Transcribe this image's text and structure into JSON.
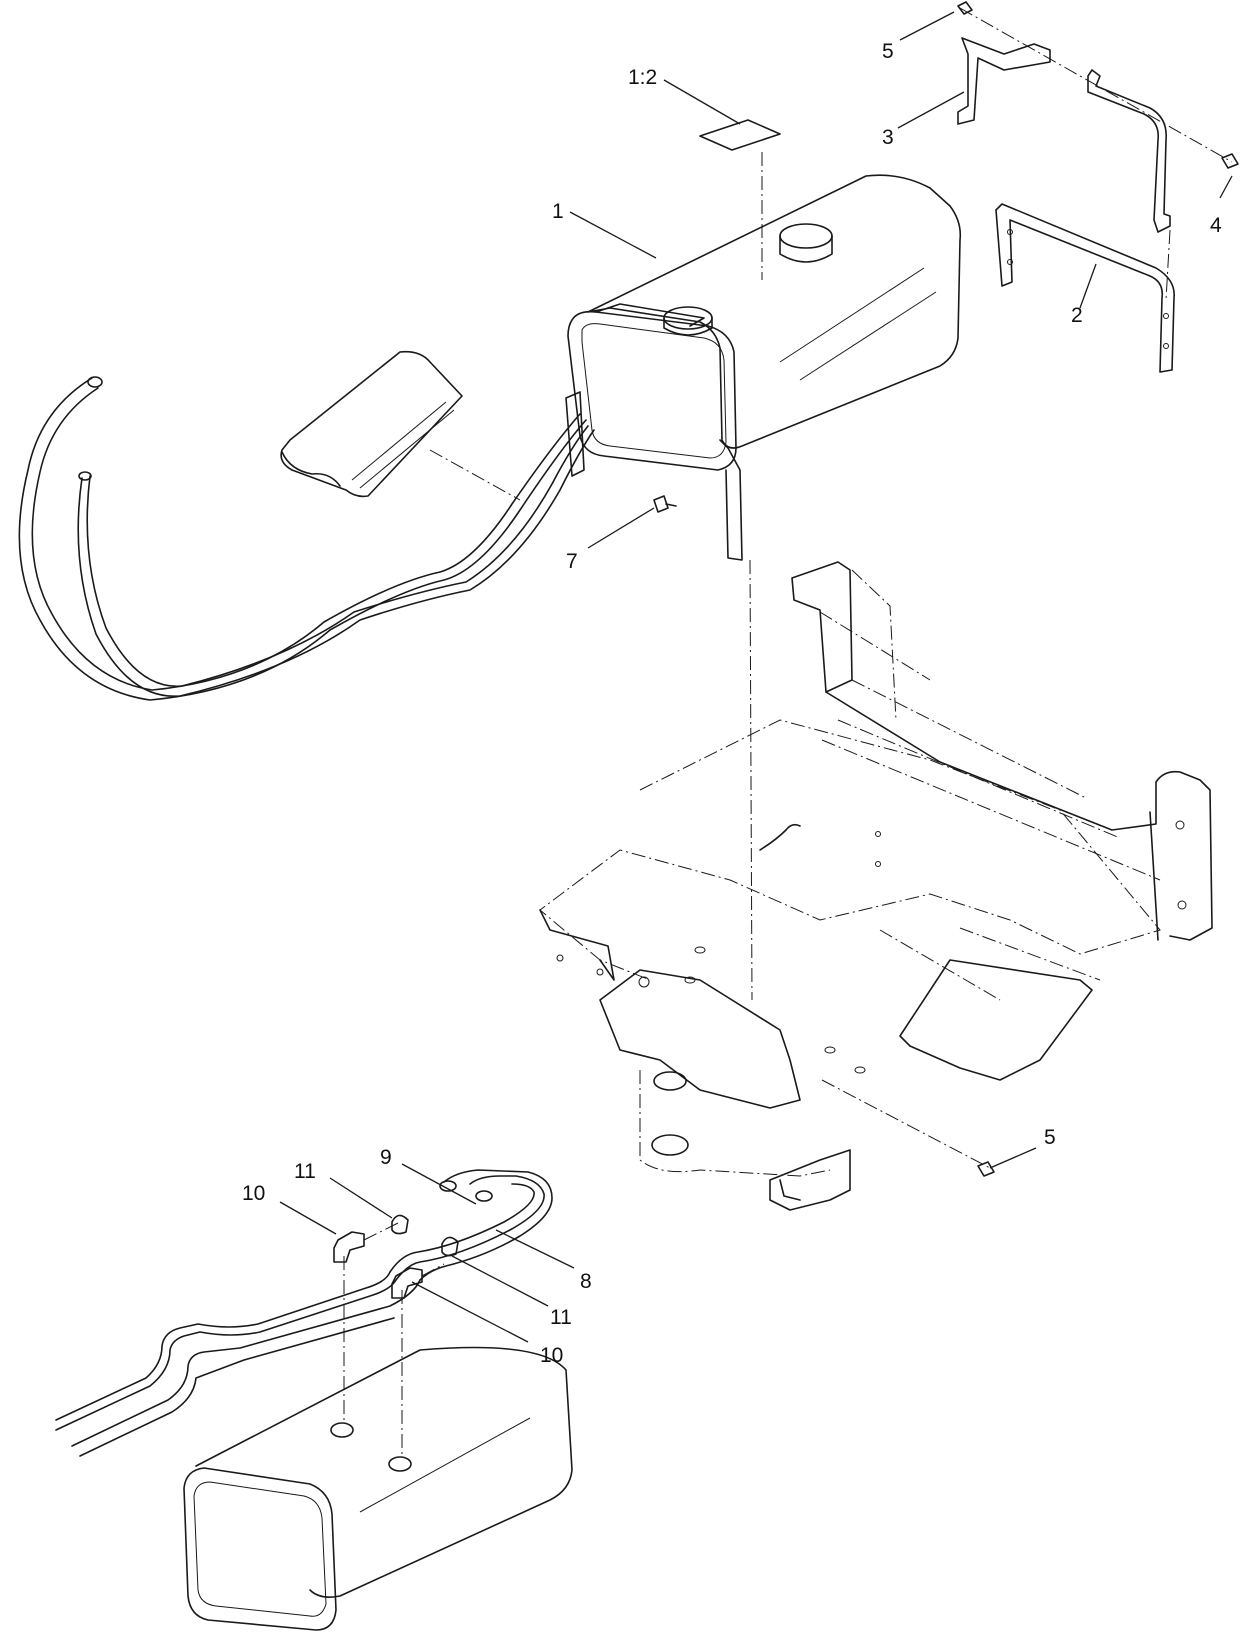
{
  "callouts": {
    "c_1_2": "1:2",
    "c_1": "1",
    "c_2": "2",
    "c_3": "3",
    "c_4": "4",
    "c_5_top": "5",
    "c_5_bottom": "5",
    "c_7": "7",
    "c_8": "8",
    "c_9": "9",
    "c_10_left": "10",
    "c_10_right": "10",
    "c_11_left": "11",
    "c_11_right": "11"
  }
}
